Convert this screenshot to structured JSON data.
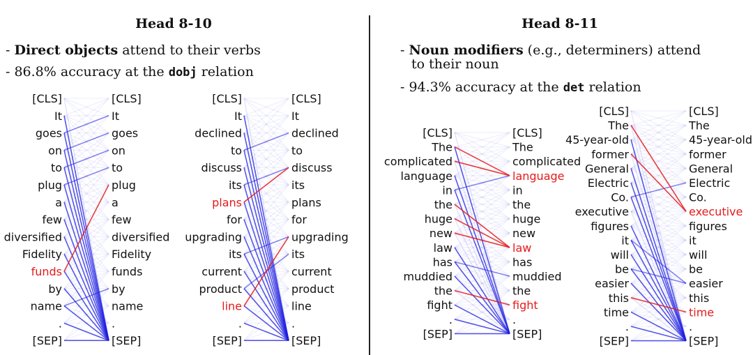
{
  "panels": [
    {
      "title": "Head 8-10",
      "bullets": [
        {
          "prefix": "- ",
          "bold": "Direct objects",
          "rest": " attend to their verbs",
          "cont": ""
        },
        {
          "prefix": "- ",
          "text1": "86.8% accuracy at the ",
          "code": "dobj",
          "text2": " relation"
        }
      ]
    },
    {
      "title": "Head 8-11",
      "bullets": [
        {
          "prefix": "- ",
          "bold": "Noun modifiers",
          "rest": " (e.g., determiners) attend",
          "cont": "to their noun"
        },
        {
          "prefix": "- ",
          "text1": "94.3% accuracy at the ",
          "code": "det",
          "text2": " relation"
        }
      ]
    }
  ],
  "diagrams": [
    {
      "tokens": [
        "[CLS]",
        "It",
        "goes",
        "on",
        "to",
        "plug",
        "a",
        "few",
        "diversified",
        "Fidelity",
        "funds",
        "by",
        "name",
        ".",
        "[SEP]"
      ],
      "red_left": [
        10
      ],
      "red_right": [],
      "red_edges": [
        [
          10,
          5
        ]
      ],
      "strong_edges": [
        [
          1,
          14
        ],
        [
          2,
          14
        ],
        [
          3,
          14
        ],
        [
          4,
          14
        ],
        [
          5,
          14
        ],
        [
          6,
          14
        ],
        [
          7,
          14
        ],
        [
          8,
          14
        ],
        [
          9,
          14
        ],
        [
          10,
          14
        ],
        [
          11,
          14
        ],
        [
          12,
          14
        ],
        [
          13,
          14
        ],
        [
          14,
          14
        ],
        [
          12,
          11
        ],
        [
          2,
          1
        ],
        [
          3,
          2
        ],
        [
          4,
          3
        ],
        [
          5,
          4
        ]
      ]
    },
    {
      "tokens": [
        "[CLS]",
        "It",
        "declined",
        "to",
        "discuss",
        "its",
        "plans",
        "for",
        "upgrading",
        "its",
        "current",
        "product",
        "line",
        ".",
        "[SEP]"
      ],
      "red_left": [
        6,
        12
      ],
      "red_right": [],
      "red_edges": [
        [
          6,
          4
        ],
        [
          12,
          8
        ]
      ],
      "strong_edges": [
        [
          1,
          14
        ],
        [
          2,
          14
        ],
        [
          3,
          14
        ],
        [
          4,
          14
        ],
        [
          5,
          14
        ],
        [
          6,
          14
        ],
        [
          7,
          14
        ],
        [
          8,
          14
        ],
        [
          9,
          14
        ],
        [
          10,
          14
        ],
        [
          11,
          14
        ],
        [
          12,
          14
        ],
        [
          13,
          14
        ],
        [
          14,
          14
        ],
        [
          3,
          2
        ],
        [
          5,
          4
        ],
        [
          9,
          8
        ],
        [
          11,
          9
        ]
      ]
    },
    {
      "tokens": [
        "[CLS]",
        "The",
        "complicated",
        "language",
        "in",
        "the",
        "huge",
        "new",
        "law",
        "has",
        "muddied",
        "the",
        "fight",
        ".",
        "[SEP]"
      ],
      "red_left": [],
      "red_right": [
        3,
        8,
        12
      ],
      "red_edges": [
        [
          1,
          3
        ],
        [
          5,
          8
        ],
        [
          6,
          8
        ],
        [
          7,
          8
        ],
        [
          11,
          12
        ],
        [
          2,
          3
        ]
      ],
      "strong_edges": [
        [
          1,
          14
        ],
        [
          3,
          14
        ],
        [
          4,
          14
        ],
        [
          8,
          14
        ],
        [
          9,
          14
        ],
        [
          10,
          14
        ],
        [
          12,
          14
        ],
        [
          13,
          14
        ],
        [
          14,
          14
        ],
        [
          9,
          10
        ],
        [
          4,
          3
        ]
      ]
    },
    {
      "tokens": [
        "[CLS]",
        "The",
        "45-year-old",
        "former",
        "General",
        "Electric",
        "Co.",
        "executive",
        "figures",
        "it",
        "will",
        "be",
        "easier",
        "this",
        "time",
        ".",
        "[SEP]"
      ],
      "red_left": [],
      "red_right": [
        7,
        14
      ],
      "red_edges": [
        [
          1,
          7
        ],
        [
          3,
          7
        ],
        [
          13,
          14
        ]
      ],
      "strong_edges": [
        [
          2,
          16
        ],
        [
          4,
          16
        ],
        [
          5,
          16
        ],
        [
          6,
          16
        ],
        [
          8,
          16
        ],
        [
          9,
          16
        ],
        [
          10,
          16
        ],
        [
          11,
          16
        ],
        [
          12,
          16
        ],
        [
          14,
          16
        ],
        [
          15,
          16
        ],
        [
          16,
          16
        ],
        [
          6,
          5
        ],
        [
          9,
          12
        ],
        [
          11,
          12
        ]
      ]
    }
  ],
  "colors": {
    "red": "#e41a1c",
    "blue": "#1f1fe0",
    "text": "#111111",
    "divider": "#222222"
  }
}
